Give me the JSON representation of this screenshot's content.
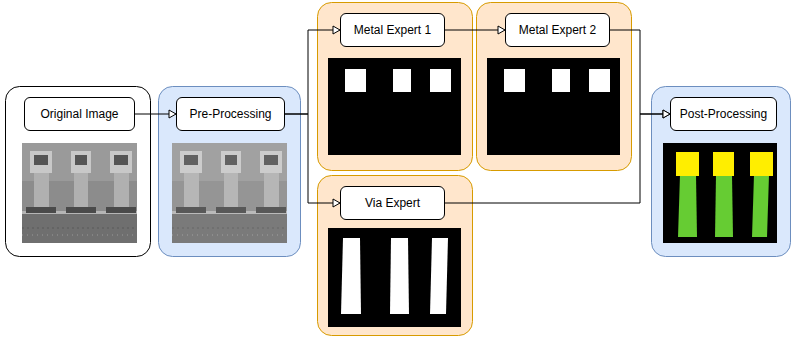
{
  "diagram": {
    "nodes": [
      {
        "text": [
          "Original Image"
        ]
      },
      {
        "text": [
          "Pre-Processing"
        ]
      },
      {
        "text": [
          "Metal Expert 1"
        ]
      },
      {
        "text": [
          "Metal Expert 2"
        ]
      },
      {
        "text": [
          "Via Expert"
        ]
      },
      {
        "text": [
          "Post-Processing"
        ]
      }
    ],
    "edges": [
      {
        "from": 0,
        "to": 1,
        "arrow": "to"
      },
      {
        "from": 1,
        "to": 2,
        "arrow": "to"
      },
      {
        "from": 1,
        "to": 4,
        "arrow": "to"
      },
      {
        "from": 2,
        "to": 3,
        "arrow": "to"
      },
      {
        "from": 3,
        "to": 5,
        "arrow": "to"
      },
      {
        "from": 4,
        "to": 5,
        "arrow": "to"
      }
    ]
  }
}
